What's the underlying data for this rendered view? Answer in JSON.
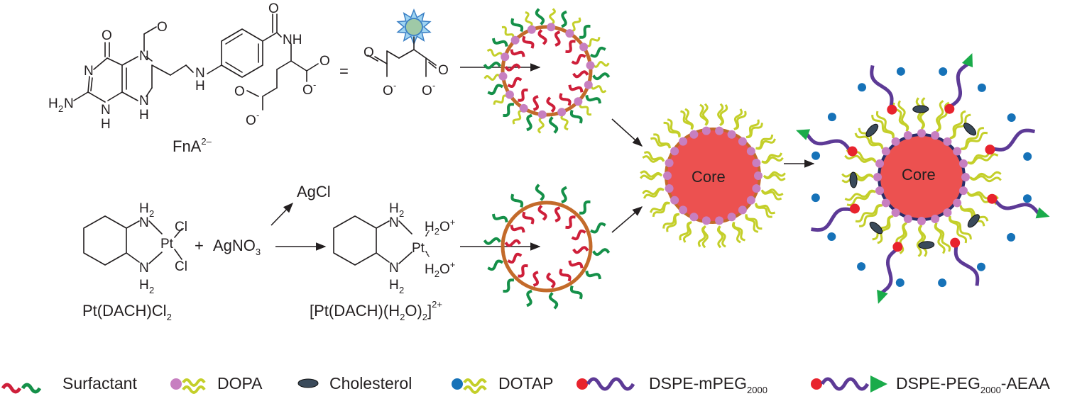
{
  "colors": {
    "surfactant_head": "#ce1f3a",
    "surfactant_tail": "#159049",
    "dopa_head": "#c77fc0",
    "lipid_tail": "#c4cf2a",
    "cholesterol": "#3a4a5a",
    "dotap_head": "#1672b8",
    "peg": "#5d3a96",
    "dspe_head": "#e8232d",
    "aeaa": "#1aab4a",
    "core": "#ec5150",
    "shell": "#c36a2a",
    "folate_sphere": "#9fc9a7",
    "folate_star": "#3a7fc4"
  },
  "molecules": {
    "folinate": {
      "atoms": {
        "O_keto": "O",
        "O_formyl": "O",
        "O_amide": "O",
        "N1": "N",
        "N3": "N",
        "N5": "N",
        "N8": "N",
        "H8": "H",
        "NH2_H": "H",
        "NH2_N": "N",
        "NH2_sub": "2",
        "N10": "N",
        "H10": "H",
        "NH_amide": "NH",
        "O_c1": "O",
        "O_c1m": "O",
        "O_c1m_sup": "-",
        "O_c2": "O",
        "O_c2m": "O",
        "O_c2m_sup": "-"
      },
      "label_main": "FnA",
      "label_sup": "2–"
    },
    "equals": "=",
    "simplified": {
      "O1": "O",
      "O1m": "O",
      "O1m_sup": "-",
      "O2": "O",
      "O2m": "O",
      "O2m_sup": "-"
    },
    "ptcl": {
      "atoms": {
        "NH2_top": "H",
        "NH2_top_sub": "2",
        "N_top": "N",
        "Pt": "Pt",
        "Cl_top": "Cl",
        "Cl_bot": "Cl",
        "N_bot": "N",
        "NH2_bot": "H",
        "NH2_bot_sub": "2"
      },
      "label_main": "Pt(DACH)Cl",
      "label_sub": "2"
    },
    "plus": "+",
    "reagent_main": "AgNO",
    "reagent_sub": "3",
    "byproduct": "AgCl",
    "aqua": {
      "atoms": {
        "NH2_top": "H",
        "NH2_top_sub": "2",
        "N_top": "N",
        "Pt": "Pt",
        "H2O_top": "H",
        "H2O_top_sub": "2",
        "H2O_top_O": "O",
        "H2O_top_sup": "+",
        "H2O_bot": "H",
        "H2O_bot_sub": "2",
        "H2O_bot_O": "O",
        "H2O_bot_sup": "+",
        "N_bot": "N",
        "NH2_bot": "H",
        "NH2_bot_sub": "2"
      },
      "label_a": "[Pt(DACH)(H",
      "label_sub2": "2",
      "label_b": "O)",
      "label_sub3": "2",
      "label_c": "]",
      "label_sup": "2+"
    }
  },
  "particles": {
    "core_label_1": "Core",
    "core_label_2": "Core"
  },
  "legend": [
    {
      "key": "surfactant",
      "label": "Surfactant"
    },
    {
      "key": "dopa",
      "label": "DOPA"
    },
    {
      "key": "cholesterol",
      "label": "Cholesterol"
    },
    {
      "key": "dotap",
      "label": "DOTAP"
    },
    {
      "key": "mpeg",
      "label": "DSPE-mPEG",
      "sub": "2000"
    },
    {
      "key": "aeaa",
      "label_a": "DSPE-PEG",
      "sub": "2000",
      "label_b": "-AEAA"
    }
  ]
}
